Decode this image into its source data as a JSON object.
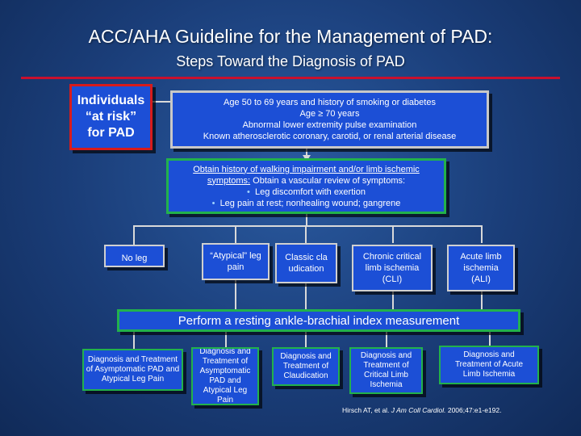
{
  "slide": {
    "title": "ACC/AHA Guideline for the Management of PAD:",
    "subtitle": "Steps Toward the Diagnosis of PAD"
  },
  "at_risk": {
    "line1": "Individuals",
    "line2": "“at risk”",
    "line3": "for PAD"
  },
  "risk_criteria": [
    "Age 50 to 69 years and history of smoking or diabetes",
    "Age ≥ 70 years",
    "Abnormal lower extremity pulse examination",
    "Known atherosclerotic coronary, carotid, or renal arterial disease"
  ],
  "history": {
    "line1": "Obtain history of walking impairment and/or limb ischemic",
    "line2_underlined": "symptoms:",
    "line2_rest": " Obtain a vascular review of symptoms:",
    "bullets": [
      "Leg discomfort with exertion",
      "Leg pain at rest; nonhealing wound; gangrene"
    ]
  },
  "presentations": [
    "No leg pain",
    "“Atypical” leg pain",
    "Classic claudication",
    "Chronic critical limb ischemia (CLI)",
    "Acute limb ischemia (ALI)"
  ],
  "abi": "Perform a resting ankle-brachial index measurement",
  "outcomes": [
    "Diagnosis and Treatment of Asymptomatic PAD and Atypical Leg Pain",
    "Diagnosis and Treatment of Asymptomatic PAD and Atypical Leg Pain",
    "Diagnosis and Treatment of Claudication",
    "Diagnosis and Treatment of Critical Limb Ischemia",
    "Diagnosis and Treatment of Acute Limb Ischemia"
  ],
  "citation": {
    "authors": "Hirsch AT, et al. ",
    "journal": "J Am Coll Cardiol.",
    "rest": " 2006;47:e1-e192."
  },
  "colors": {
    "box_fill": "#1c4fd6",
    "red_border": "#d81b1b",
    "green_border": "#22b14c",
    "gray_border": "#c8c8c8",
    "rule_red": "#c8102e"
  }
}
